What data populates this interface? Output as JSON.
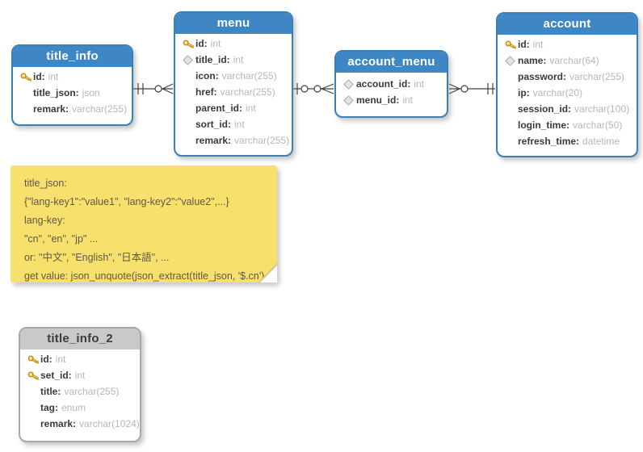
{
  "diagram": {
    "tables": [
      {
        "name": "title_info",
        "header_style": "blue",
        "fields": [
          {
            "icon": "key",
            "name": "id",
            "type": "int"
          },
          {
            "icon": "none",
            "name": "title_json",
            "type": "json"
          },
          {
            "icon": "none",
            "name": "remark",
            "type": "varchar(255)"
          }
        ]
      },
      {
        "name": "menu",
        "header_style": "blue",
        "fields": [
          {
            "icon": "key",
            "name": "id",
            "type": "int"
          },
          {
            "icon": "fk",
            "name": "title_id",
            "type": "int"
          },
          {
            "icon": "none",
            "name": "icon",
            "type": "varchar(255)"
          },
          {
            "icon": "none",
            "name": "href",
            "type": "varchar(255)"
          },
          {
            "icon": "none",
            "name": "parent_id",
            "type": "int"
          },
          {
            "icon": "none",
            "name": "sort_id",
            "type": "int"
          },
          {
            "icon": "none",
            "name": "remark",
            "type": "varchar(255)"
          }
        ]
      },
      {
        "name": "account_menu",
        "header_style": "blue",
        "fields": [
          {
            "icon": "fk",
            "name": "account_id",
            "type": "int"
          },
          {
            "icon": "fk",
            "name": "menu_id",
            "type": "int"
          }
        ]
      },
      {
        "name": "account",
        "header_style": "blue",
        "fields": [
          {
            "icon": "key",
            "name": "id",
            "type": "int"
          },
          {
            "icon": "fk",
            "name": "name",
            "type": "varchar(64)"
          },
          {
            "icon": "none",
            "name": "password",
            "type": "varchar(255)"
          },
          {
            "icon": "none",
            "name": "ip",
            "type": "varchar(20)"
          },
          {
            "icon": "none",
            "name": "session_id",
            "type": "varchar(100)"
          },
          {
            "icon": "none",
            "name": "login_time",
            "type": "varchar(50)"
          },
          {
            "icon": "none",
            "name": "refresh_time",
            "type": "datetime"
          }
        ]
      },
      {
        "name": "title_info_2",
        "header_style": "gray",
        "fields": [
          {
            "icon": "key",
            "name": "id",
            "type": "int"
          },
          {
            "icon": "key",
            "name": "set_id",
            "type": "int"
          },
          {
            "icon": "none",
            "name": "title",
            "type": "varchar(255)"
          },
          {
            "icon": "none",
            "name": "tag",
            "type": "enum"
          },
          {
            "icon": "none",
            "name": "remark",
            "type": "varchar(1024)"
          }
        ]
      }
    ],
    "relationships": [
      {
        "from": "title_info",
        "to": "menu",
        "from_cardinality": "one",
        "to_cardinality": "zero-or-many"
      },
      {
        "from": "menu",
        "to": "account_menu",
        "from_cardinality": "zero-or-one",
        "to_cardinality": "zero-or-many"
      },
      {
        "from": "account_menu",
        "to": "account",
        "from_cardinality": "zero-or-many",
        "to_cardinality": "one"
      }
    ],
    "note": {
      "lines": [
        "title_json:",
        "{\"lang-key1\":\"value1\", \"lang-key2\":\"value2\",...}",
        "lang-key:",
        "\"cn\", \"en\", \"jp\" ...",
        "or: \"中文\", \"English\", \"日本語\", ...",
        "get value: json_unquote(json_extract(title_json, '$.cn')"
      ]
    },
    "colors": {
      "header_blue": "#3e86c4",
      "header_gray": "#c9c9c9",
      "table_border_blue": "#3a7fb8",
      "note_yellow": "#f8e06c",
      "key_gold": "#ffd75e",
      "connector": "#3f3f3f"
    }
  }
}
